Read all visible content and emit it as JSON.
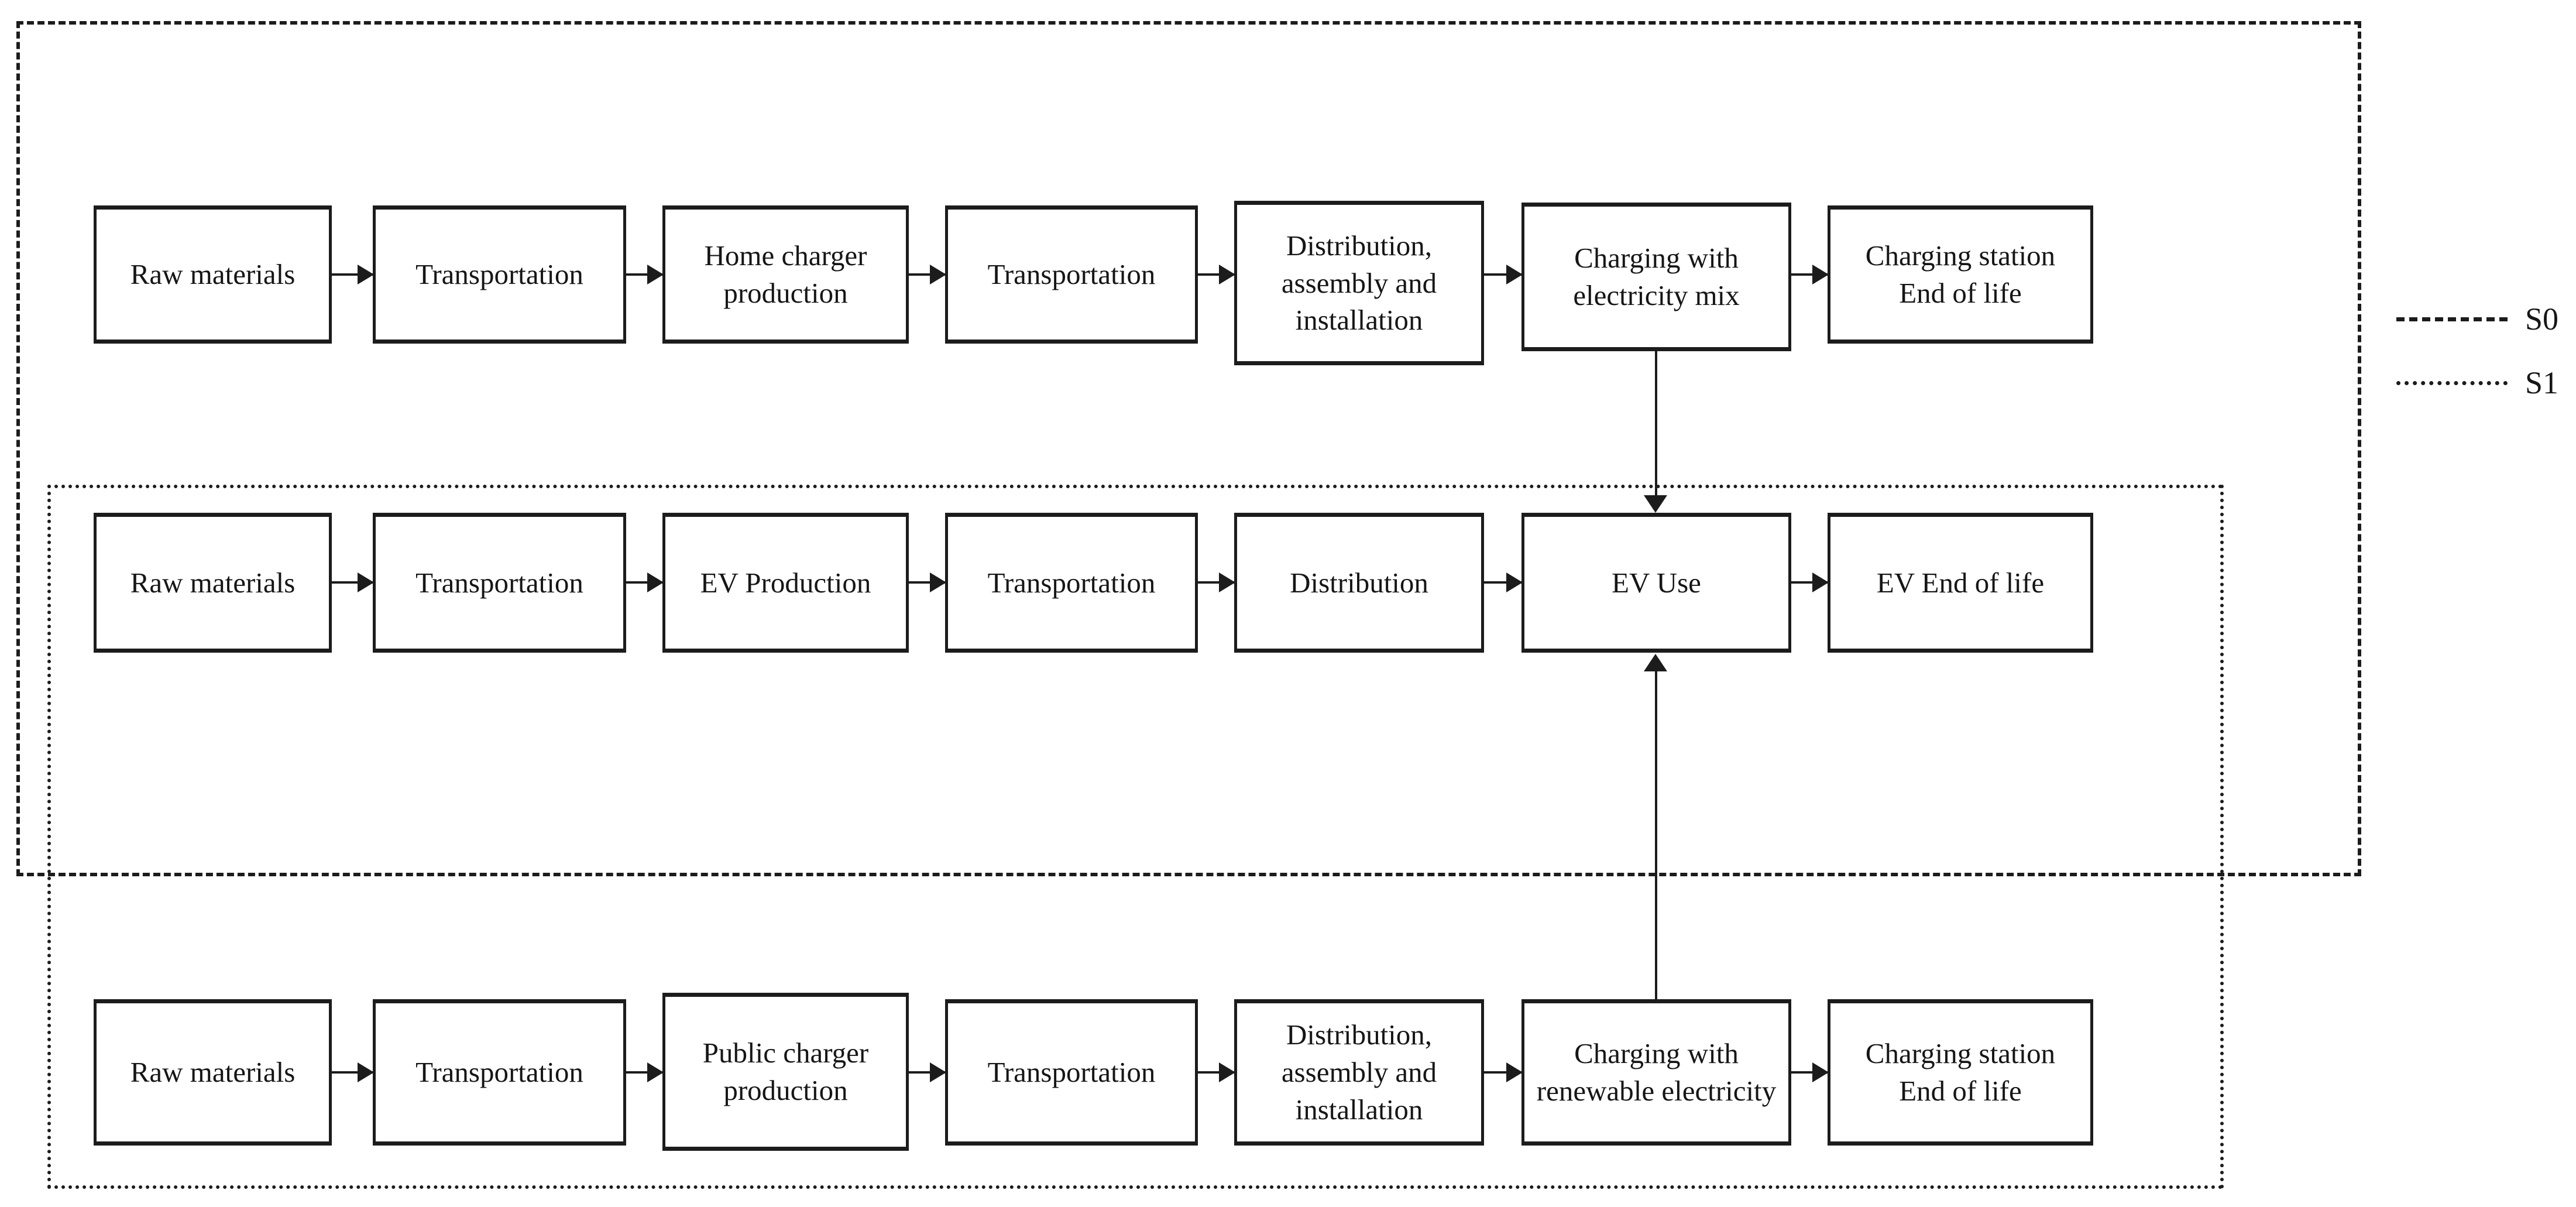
{
  "figure": {
    "background": "#ffffff",
    "line_color": "#1c1c1c",
    "legend": {
      "items": [
        {
          "label": "S0",
          "line_style": "dashed"
        },
        {
          "label": "S1",
          "line_style": "dotted"
        }
      ]
    },
    "scenarios": [
      {
        "id": "S0",
        "border_style": "dashed",
        "contains": "home charger chain + EV chain"
      },
      {
        "id": "S1",
        "border_style": "dotted",
        "contains": "EV chain + public charger chain"
      }
    ],
    "rows": [
      {
        "name": "home-charger-lifecycle",
        "boxes": [
          "Raw materials",
          "Transportation",
          "Home charger production",
          "Transportation",
          "Distribution, assembly and installation",
          "Charging with electricity mix",
          "Charging station End of life"
        ]
      },
      {
        "name": "ev-lifecycle",
        "boxes": [
          "Raw materials",
          "Transportation",
          "EV Production",
          "Transportation",
          "Distribution",
          "EV Use",
          "EV End of life"
        ]
      },
      {
        "name": "public-charger-lifecycle",
        "boxes": [
          "Raw materials",
          "Transportation",
          "Public charger production",
          "Transportation",
          "Distribution, assembly and installation",
          "Charging with renewable electricity",
          "Charging station End of life"
        ]
      }
    ]
  }
}
